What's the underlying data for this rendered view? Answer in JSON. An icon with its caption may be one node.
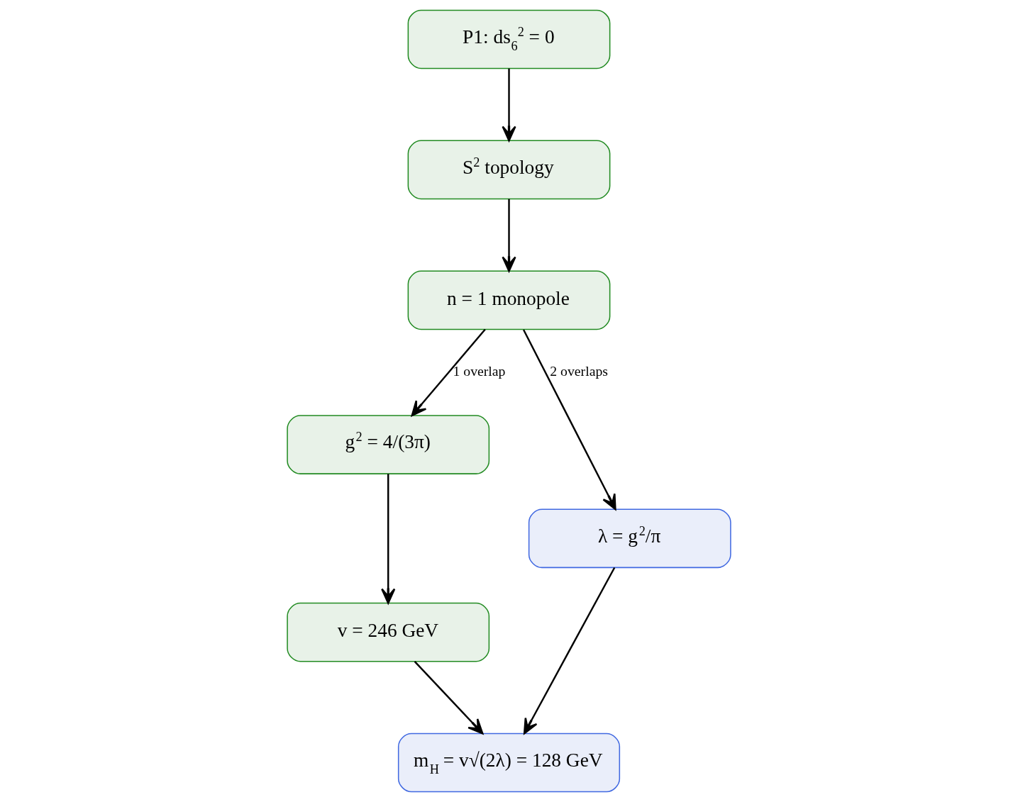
{
  "diagram": {
    "nodes": [
      {
        "text": [
          "P1: ds$_{6}$$^{2}$ = 0"
        ]
      },
      {
        "text": [
          "S$^{2}$ topology"
        ]
      },
      {
        "text": [
          "n = 1 monopole"
        ]
      },
      {
        "text": [
          "g$^{2}$ = 4/(3π)"
        ]
      },
      {
        "text": [
          "λ = g$^{2}$/π"
        ]
      },
      {
        "text": [
          "m$_{H}$ = v√(2λ) = 128 GeV"
        ]
      },
      {
        "text": [
          "v = 246 GeV"
        ]
      }
    ],
    "edges": [
      {
        "from": 0,
        "to": 1,
        "arrow": "to"
      },
      {
        "from": 1,
        "to": 2,
        "arrow": "to"
      },
      {
        "from": 2,
        "to": 3,
        "arrow": "to",
        "label": "1 overlap"
      },
      {
        "from": 2,
        "to": 4,
        "arrow": "to",
        "label": "2 overlaps"
      },
      {
        "from": 4,
        "to": 5,
        "arrow": "to"
      },
      {
        "from": 3,
        "to": 6,
        "arrow": "to"
      },
      {
        "from": 6,
        "to": 5,
        "arrow": "to"
      }
    ]
  }
}
